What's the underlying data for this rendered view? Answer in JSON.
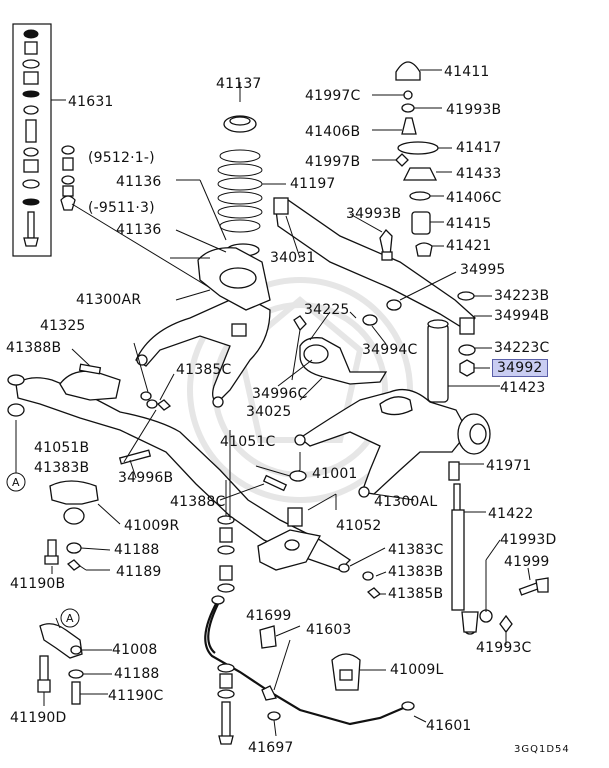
{
  "diagram": {
    "code": "3GQ1D54",
    "highlight_color": "#c9cdf2",
    "labels": {
      "l41631": "41631",
      "l41137": "41137",
      "l41411": "41411",
      "l41997c": "41997C",
      "l41993b_top": "41993B",
      "l41406b": "41406B",
      "l41417": "41417",
      "l41997b": "41997B",
      "l41433": "41433",
      "l9512": "(9512·1-)",
      "l41136_a": "41136",
      "l41197": "41197",
      "l41406c": "41406C",
      "l9511": "(-9511·3)",
      "l34993b": "34993B",
      "l41415": "41415",
      "l41136_b": "41136",
      "l41421": "41421",
      "l34031": "34031",
      "l34995": "34995",
      "l41300ar": "41300AR",
      "l34223b": "34223B",
      "l34225": "34225",
      "l34994b": "34994B",
      "l41325": "41325",
      "l34994c": "34994C",
      "l34223c": "34223C",
      "l41388b": "41388B",
      "l41385c": "41385C",
      "l34992": "34992",
      "l41423": "41423",
      "l34996c": "34996C",
      "l34025": "34025",
      "l41051b": "41051B",
      "l41051c": "41051C",
      "l41383b_a": "41383B",
      "l41971": "41971",
      "l34996b": "34996B",
      "l41001": "41001",
      "l41388c": "41388C",
      "l41300al": "41300AL",
      "l41422": "41422",
      "l41009r": "41009R",
      "l41052": "41052",
      "l41993d": "41993D",
      "l41188_a": "41188",
      "l41383c": "41383C",
      "l41999": "41999",
      "l41189": "41189",
      "l41383b_b": "41383B",
      "l41190b": "41190B",
      "l41385b": "41385B",
      "l41699": "41699",
      "l41993c": "41993C",
      "l41008": "41008",
      "l41603": "41603",
      "l41188_b": "41188",
      "l41009l": "41009L",
      "l41190c": "41190C",
      "l41190d": "41190D",
      "l41601": "41601",
      "l41697": "41697",
      "callout_a1": "A",
      "callout_a2": "A"
    }
  }
}
